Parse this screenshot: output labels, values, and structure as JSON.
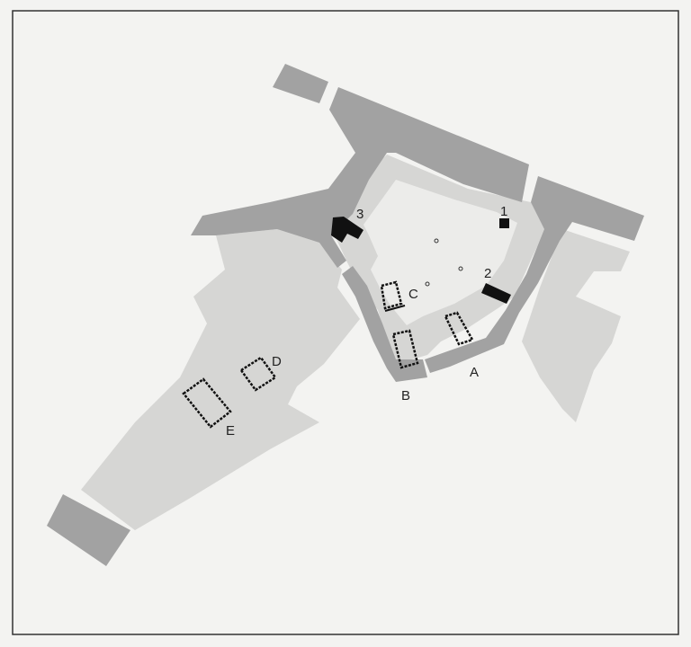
{
  "map": {
    "numbered_markers": [
      {
        "id": "1",
        "label": "1"
      },
      {
        "id": "2",
        "label": "2"
      },
      {
        "id": "3",
        "label": "3"
      }
    ],
    "buildings": [
      {
        "id": "A",
        "label": "A"
      },
      {
        "id": "B",
        "label": "B"
      },
      {
        "id": "C",
        "label": "C"
      },
      {
        "id": "D",
        "label": "D"
      },
      {
        "id": "E",
        "label": "E"
      }
    ],
    "colors": {
      "background": "#f3f3f1",
      "dark_zone": "#a2a2a2",
      "light_zone": "#d6d6d4",
      "marker": "#111111"
    }
  }
}
